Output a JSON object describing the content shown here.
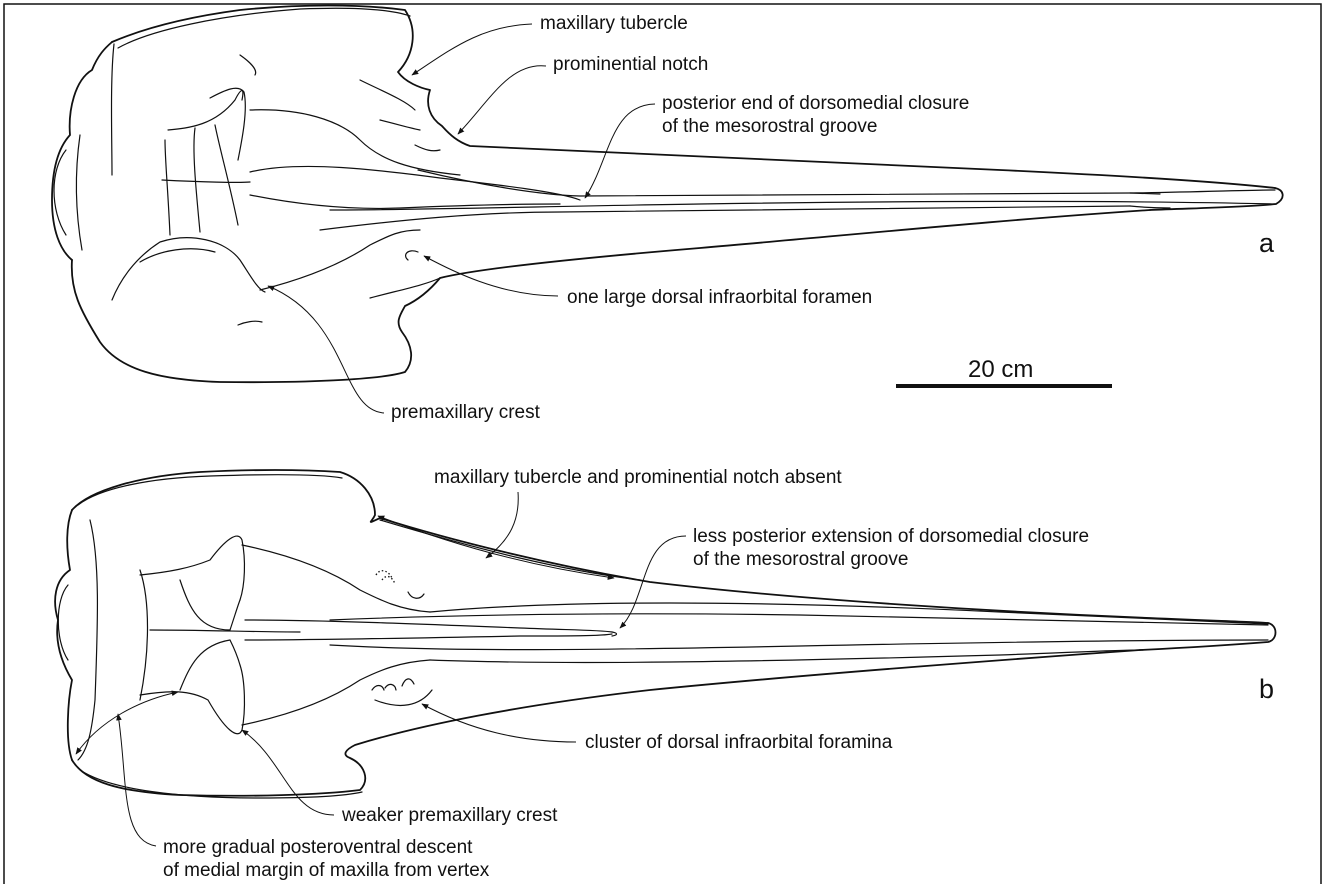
{
  "panel_a": {
    "letter": "a",
    "labels": {
      "maxillary_tubercle": "maxillary tubercle",
      "prominential_notch": "prominential notch",
      "closure_line1": "posterior end of dorsomedial closure",
      "closure_line2": "of the mesorostral groove",
      "infraorbital_foramen": "one large dorsal infraorbital foramen",
      "premaxillary_crest": "premaxillary crest"
    }
  },
  "scale_bar": {
    "label": "20 cm"
  },
  "panel_b": {
    "letter": "b",
    "labels": {
      "tubercle_absent": "maxillary tubercle and prominential notch absent",
      "closure_line1": "less posterior extension of dorsomedial closure",
      "closure_line2": "of the mesorostral groove",
      "infraorbital_cluster": "cluster of dorsal infraorbital foramina",
      "weaker_crest": "weaker premaxillary crest",
      "descent_line1": "more gradual posteroventral descent",
      "descent_line2": "of medial margin of maxilla from vertex"
    }
  }
}
